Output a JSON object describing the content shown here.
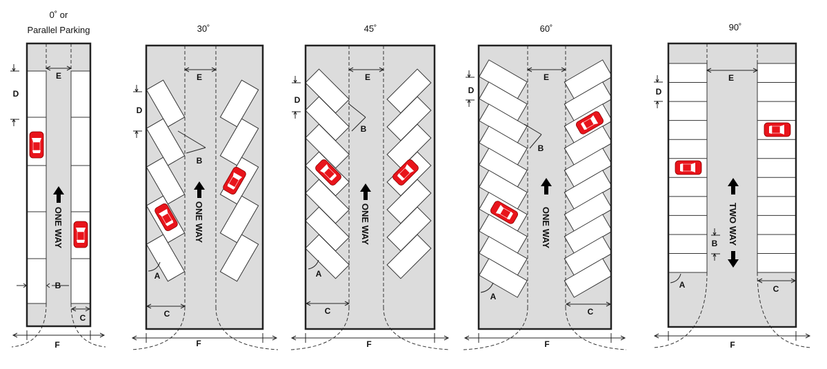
{
  "panels": [
    {
      "id": "parallel",
      "title_line1": "0˚ or",
      "title_line2": "Parallel Parking",
      "direction": "ONE WAY",
      "labels": {
        "B": "B",
        "C": "C",
        "D": "D",
        "E": "E",
        "F": "F"
      }
    },
    {
      "id": "30",
      "title_line1": "30˚",
      "direction": "ONE WAY",
      "labels": {
        "A": "A",
        "B": "B",
        "C": "C",
        "D": "D",
        "E": "E",
        "F": "F"
      }
    },
    {
      "id": "45",
      "title_line1": "45˚",
      "direction": "ONE WAY",
      "labels": {
        "A": "A",
        "B": "B",
        "C": "C",
        "D": "D",
        "E": "E",
        "F": "F"
      }
    },
    {
      "id": "60",
      "title_line1": "60˚",
      "direction": "ONE WAY",
      "labels": {
        "A": "A",
        "B": "B",
        "C": "C",
        "D": "D",
        "E": "E",
        "F": "F"
      }
    },
    {
      "id": "90",
      "title_line1": "90˚",
      "direction": "TWO WAY",
      "labels": {
        "A": "A",
        "B": "B",
        "C": "C",
        "D": "D",
        "E": "E",
        "F": "F"
      }
    }
  ],
  "colors": {
    "car": "#e8141b",
    "pavement": "#dcdcdc",
    "stall": "#ffffff"
  }
}
